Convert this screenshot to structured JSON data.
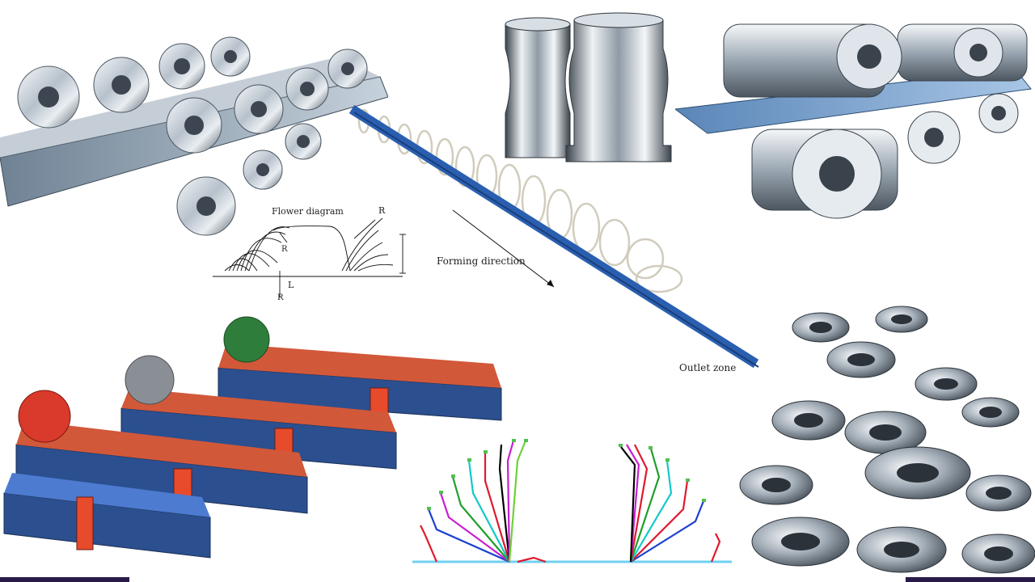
{
  "labels": {
    "flower_diagram": "Flower diagram",
    "r_top": "R",
    "r_inner": "R",
    "l_dim": "L",
    "r_bottom": "R",
    "forming_direction": "Forming direction",
    "outlet_zone": "Outlet zone"
  },
  "colors": {
    "steel_light": "#e8eef4",
    "steel_mid": "#a9b4bf",
    "steel_dark": "#4a5560",
    "strip_blue": "#2a5fb0",
    "machine_blue": "#2b4f8f",
    "coil_red": "#d93a2b",
    "coil_green": "#2e7d3a",
    "coil_gray": "#8a8f95",
    "accent_purple": "#2a1a4a"
  },
  "icons": {
    "roll_pair": "steel-roller-icon",
    "machine": "roll-forming-machine-icon"
  },
  "flower_profiles": {
    "colors": [
      "#1a3fd0",
      "#e0192c",
      "#12c8c8",
      "#000000",
      "#c81fd0",
      "#1e9e2a",
      "#6fd03a"
    ]
  }
}
